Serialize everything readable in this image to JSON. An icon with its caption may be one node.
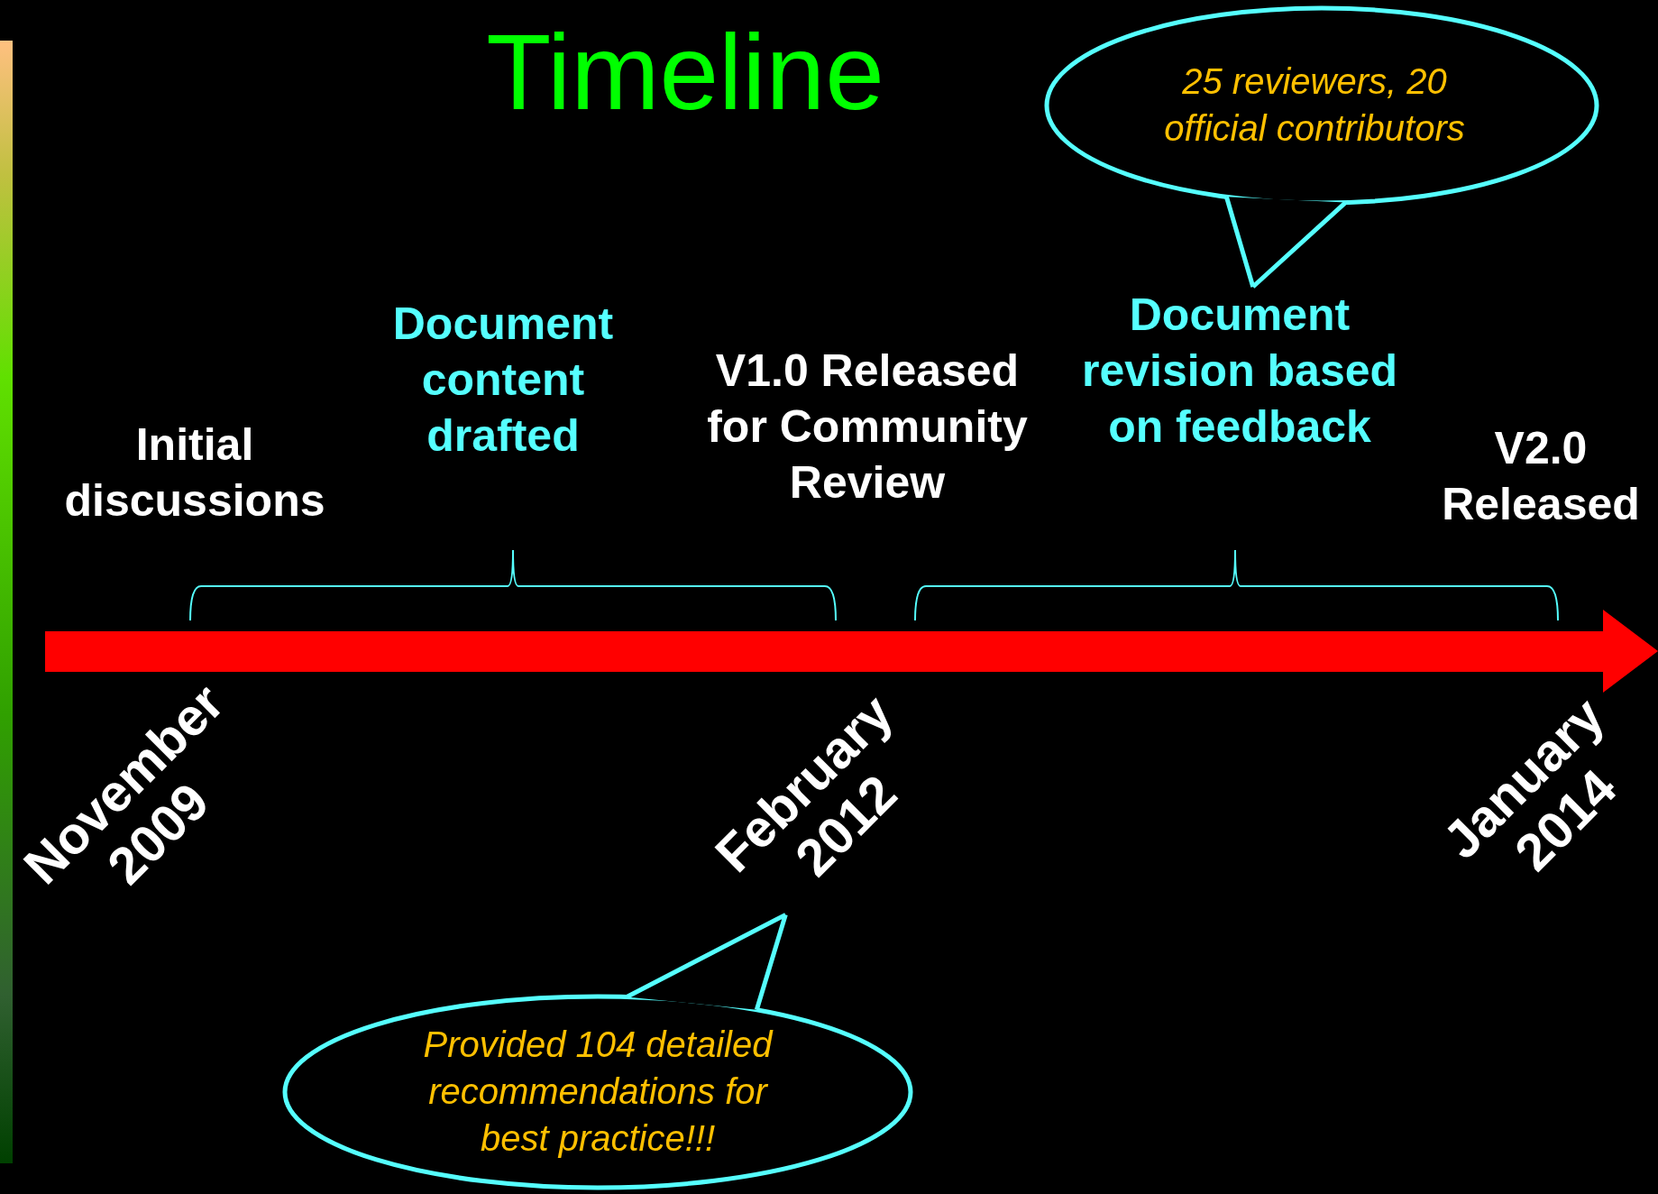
{
  "diagram": {
    "title": "Timeline",
    "nodes": [
      {
        "text": [
          "25 reviewers, 20 official contributors"
        ]
      },
      {
        "text": [
          "Document revision based on feedback"
        ]
      },
      {
        "text": [
          "February 2012"
        ]
      },
      {
        "text": [
          "Provided 104 detailed recommendations for best practice!!!"
        ]
      }
    ],
    "edges": [
      {
        "from": 0,
        "to": 1,
        "arrow": "none"
      },
      {
        "from": 3,
        "to": 2,
        "arrow": "none"
      }
    ],
    "labels": [
      "Document content drafted",
      "V1.0 Released for Community Review",
      "Initial discussions",
      "V2.0 Released",
      "November 2009",
      "January 2014"
    ]
  }
}
